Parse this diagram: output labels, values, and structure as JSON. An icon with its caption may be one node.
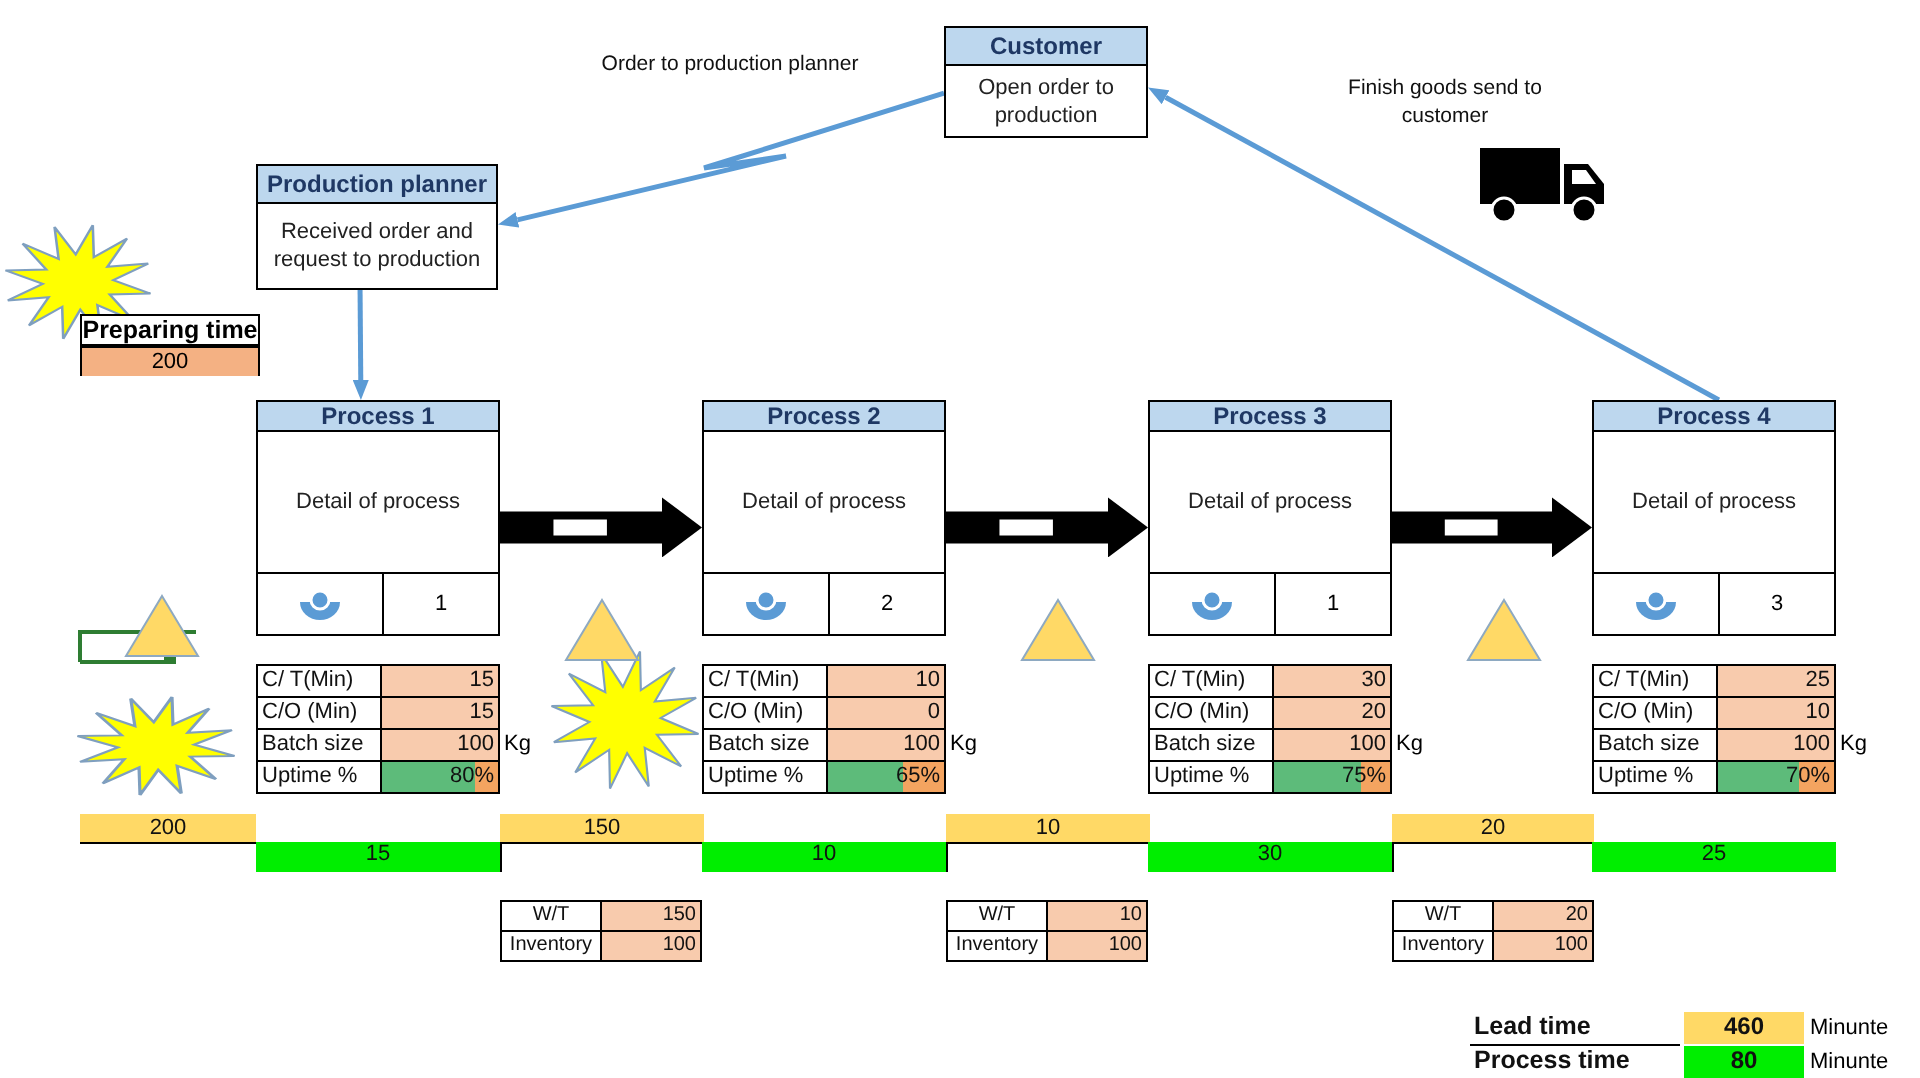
{
  "diagram": {
    "nodes": [
      {
        "text": [
          "Customer",
          "Open order to production"
        ]
      },
      {
        "text": [
          "Production planner",
          "Received order and request to production"
        ]
      },
      {
        "text": [
          "Process 1",
          "Detail of process",
          "1"
        ]
      },
      {
        "text": [
          "Process 2",
          "Detail of process",
          "2"
        ]
      },
      {
        "text": [
          "Process 3",
          "Detail of process",
          "1"
        ]
      },
      {
        "text": [
          "Process 4",
          "Detail of process",
          "3"
        ]
      },
      {
        "text": [
          "Preparing time",
          "200"
        ]
      }
    ],
    "edges": [
      {
        "from": 0,
        "to": 1,
        "arrow": "to",
        "label": "Order to production planner"
      },
      {
        "from": 1,
        "to": 2,
        "arrow": "to"
      },
      {
        "from": 2,
        "to": 3,
        "arrow": "to",
        "style": "thick",
        "color": "#000000"
      },
      {
        "from": 3,
        "to": 4,
        "arrow": "to",
        "style": "thick",
        "color": "#000000"
      },
      {
        "from": 4,
        "to": 5,
        "arrow": "to",
        "style": "thick",
        "color": "#000000"
      },
      {
        "from": 5,
        "to": 0,
        "arrow": "to",
        "label": "Finish goods send to customer"
      }
    ],
    "labels": [
      "C/ T(Min)",
      "15",
      "C/O (Min)",
      "15",
      "Batch size",
      "100",
      "Kg",
      "Uptime %",
      "80%",
      "C/ T(Min)",
      "10",
      "C/O (Min)",
      "0",
      "Batch size",
      "100",
      "Kg",
      "Uptime %",
      "65%",
      "C/ T(Min)",
      "30",
      "C/O (Min)",
      "20",
      "Batch size",
      "100",
      "Kg",
      "Uptime %",
      "75%",
      "C/ T(Min)",
      "25",
      "C/O (Min)",
      "10",
      "Batch size",
      "100",
      "Kg",
      "Uptime %",
      "70%",
      "200",
      "150",
      "10",
      "20",
      "15",
      "10",
      "30",
      "25",
      "W/T",
      "150",
      "Inventory",
      "100",
      "W/T",
      "10",
      "Inventory",
      "100",
      "W/T",
      "20",
      "Inventory",
      "100",
      "Lead time",
      "460",
      "Minunte",
      "Process time",
      "80",
      "Minunte"
    ]
  }
}
